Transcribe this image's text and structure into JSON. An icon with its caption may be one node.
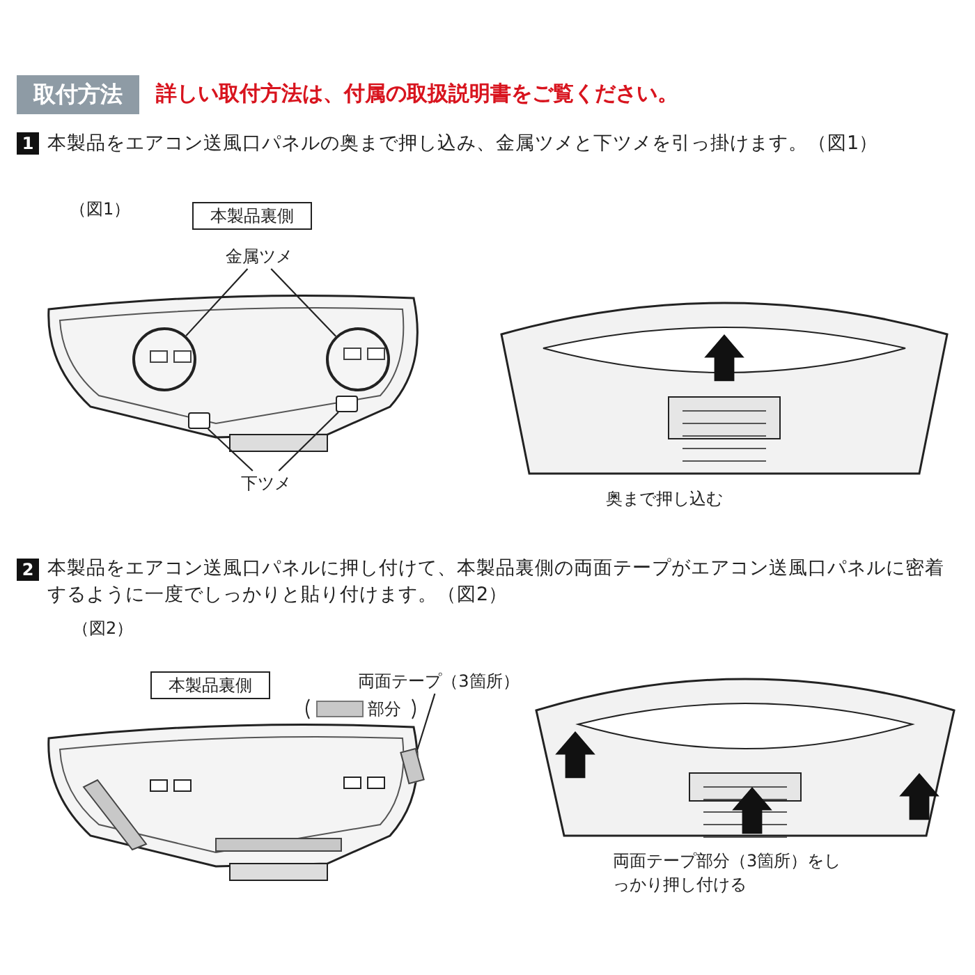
{
  "diagram": {
    "nodes": [
      {
        "text": [
          "本製品裏側"
        ]
      },
      {
        "text": [
          "金属ツメ"
        ]
      },
      {
        "text": [],
        "shape": "circle"
      },
      {
        "text": [],
        "shape": "circle"
      },
      {
        "text": [
          "下ツメ"
        ]
      },
      {
        "text": [],
        "shape": "box"
      },
      {
        "text": [],
        "shape": "box"
      },
      {
        "text": [
          "本製品裏側"
        ]
      },
      {
        "text": [
          "両面テープ（3箇所）"
        ]
      },
      {
        "text": [],
        "shape": "bar"
      }
    ],
    "edges": [
      {
        "from": 1,
        "to": 2,
        "arrow": "none"
      },
      {
        "from": 1,
        "to": 3,
        "arrow": "none"
      },
      {
        "from": 4,
        "to": 5,
        "arrow": "none"
      },
      {
        "from": 4,
        "to": 6,
        "arrow": "none"
      },
      {
        "from": 8,
        "to": 9,
        "arrow": "none"
      }
    ],
    "labels": [
      "取付方法",
      "詳しい取付方法は、付属の取扱説明書をご覧ください。",
      "1",
      "本製品をエアコン送風口パネルの奥まで押し込み、金属ツメと下ツメを引っ掛けます。（図1）",
      "（図1）",
      "奥まで押し込む",
      "2",
      "本製品をエアコン送風口パネルに押し付けて、本製品裏側の両面テープがエアコン送風口パネルに密着するように一度でしっかりと貼り付けます。（図2）",
      "（図2）",
      "両面テープ部分（3箇所）をしっかり押し付ける"
    ],
    "legend": [
      {
        "text": "部分",
        "color": "#c8c8c8"
      }
    ]
  }
}
